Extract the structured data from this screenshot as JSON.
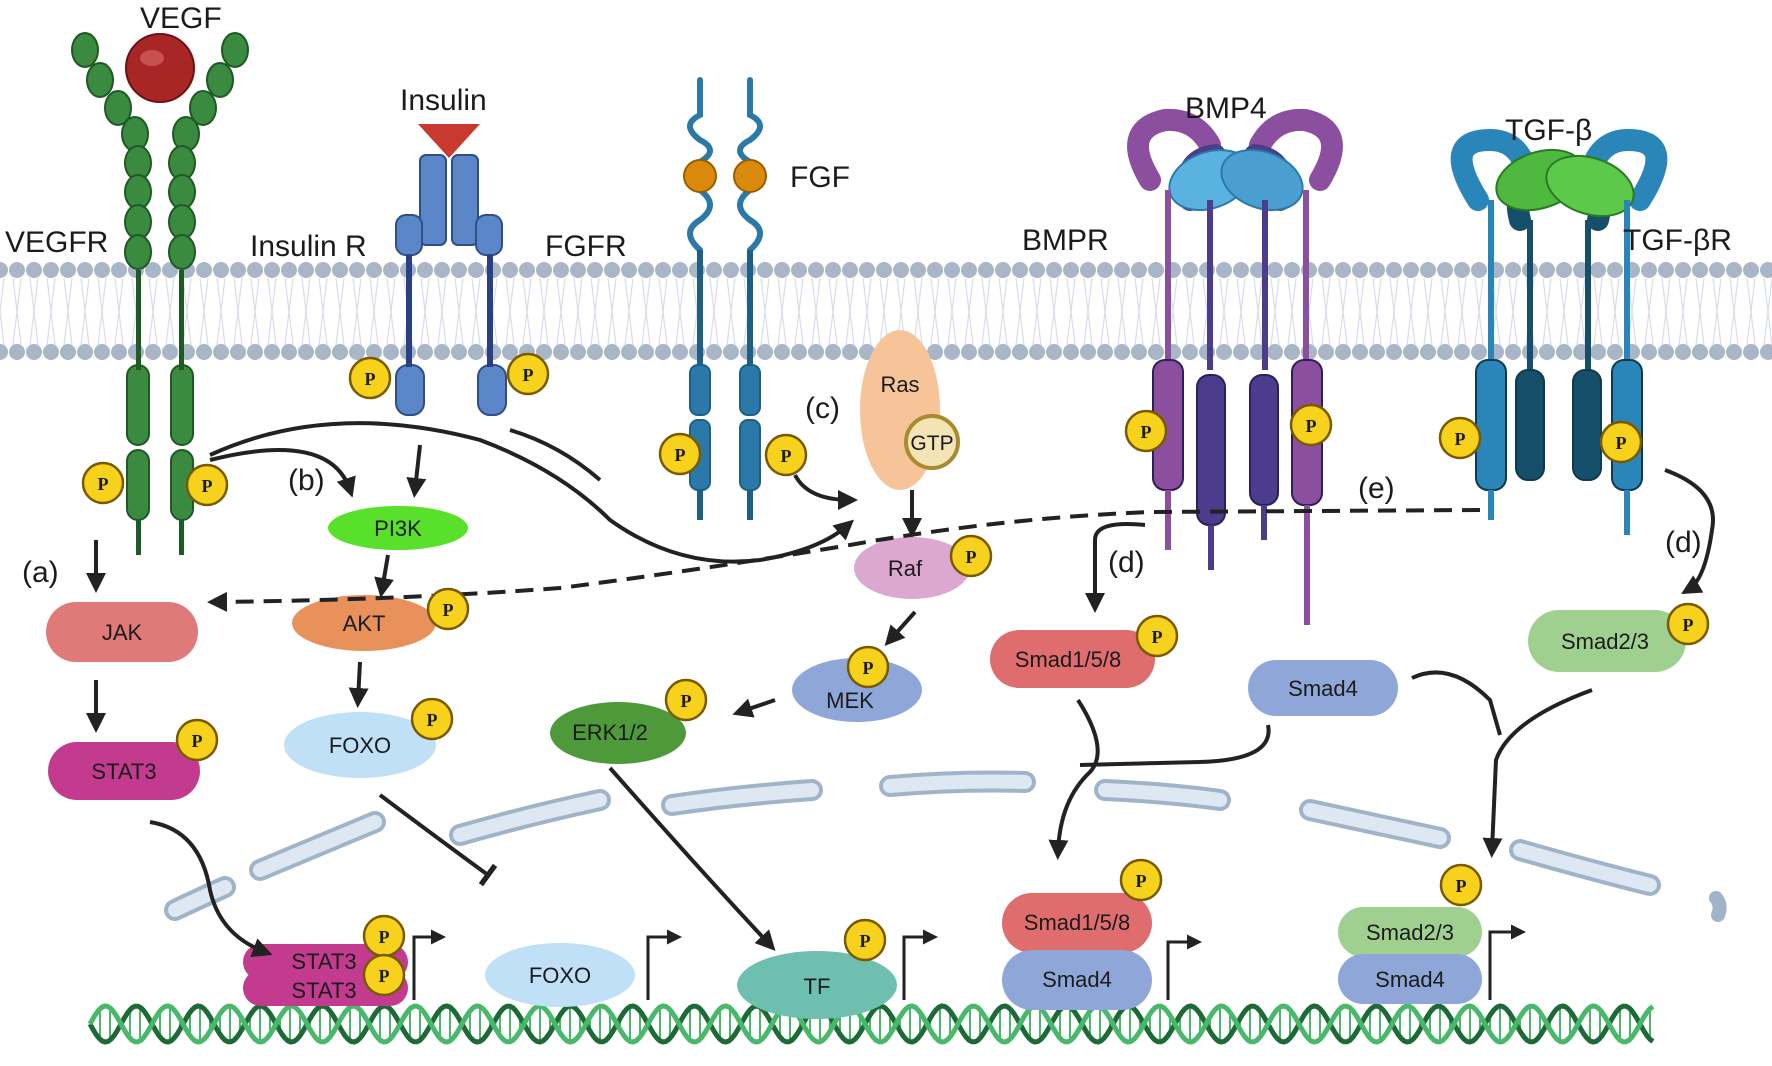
{
  "labels": {
    "vegf": "VEGF",
    "vegfr": "VEGFR",
    "insulin": "Insulin",
    "insulin_r": "Insulin R",
    "fgf": "FGF",
    "fgfr": "FGFR",
    "bmp4": "BMP4",
    "bmpr": "BMPR",
    "tgfb": "TGF-β",
    "tgfbr": "TGF-βR"
  },
  "pathway_tags": {
    "a": "(a)",
    "b": "(b)",
    "c": "(c)",
    "d_left": "(d)",
    "d_right": "(d)",
    "e": "(e)"
  },
  "molecules": {
    "ras": "Ras",
    "gtp": "GTP",
    "pi3k": "PI3K",
    "akt": "AKT",
    "foxo": "FOXO",
    "jak": "JAK",
    "stat3": "STAT3",
    "raf": "Raf",
    "mek": "MEK",
    "erk": "ERK1/2",
    "smad158": "Smad1/5/8",
    "smad4": "Smad4",
    "smad23": "Smad2/3"
  },
  "nucleus": {
    "stat3_top": "STAT3",
    "stat3_bottom": "STAT3",
    "foxo": "FOXO",
    "tf": "TF",
    "smad158": "Smad1/5/8",
    "smad4_left": "Smad4",
    "smad23": "Smad2/3",
    "smad4_right": "Smad4"
  },
  "phospho_label": "P",
  "colors": {
    "membrane_head": "#a9b6c8",
    "vegfr": "#3a8a3f",
    "vegf": "#b52a2a",
    "insulin_r": "#5b86c7",
    "insulin": "#c8392f",
    "fgfr": "#2a79a8",
    "fgf": "#d98a0c",
    "bmpr_light": "#8c4fa0",
    "bmpr_dark": "#4b3d8c",
    "tgfbr": "#2a86b8",
    "tgfbr_dark": "#154f6a",
    "tgfb": "#4fb83e",
    "phospho": "#f7d21c",
    "jak": "#e07a78",
    "stat3": "#c23b8f",
    "pi3k": "#58e02a",
    "akt": "#e8915a",
    "foxo": "#bfe0f6",
    "ras": "#f7c49a",
    "raf": "#dca8d0",
    "mek": "#8fa7d8",
    "erk": "#4e9a3a",
    "smad158": "#e06d6d",
    "smad4": "#8fa7d8",
    "smad23": "#9fd08f",
    "tf": "#6fbfb0",
    "dna_dark": "#1d6a36",
    "dna_light": "#49b86a"
  }
}
